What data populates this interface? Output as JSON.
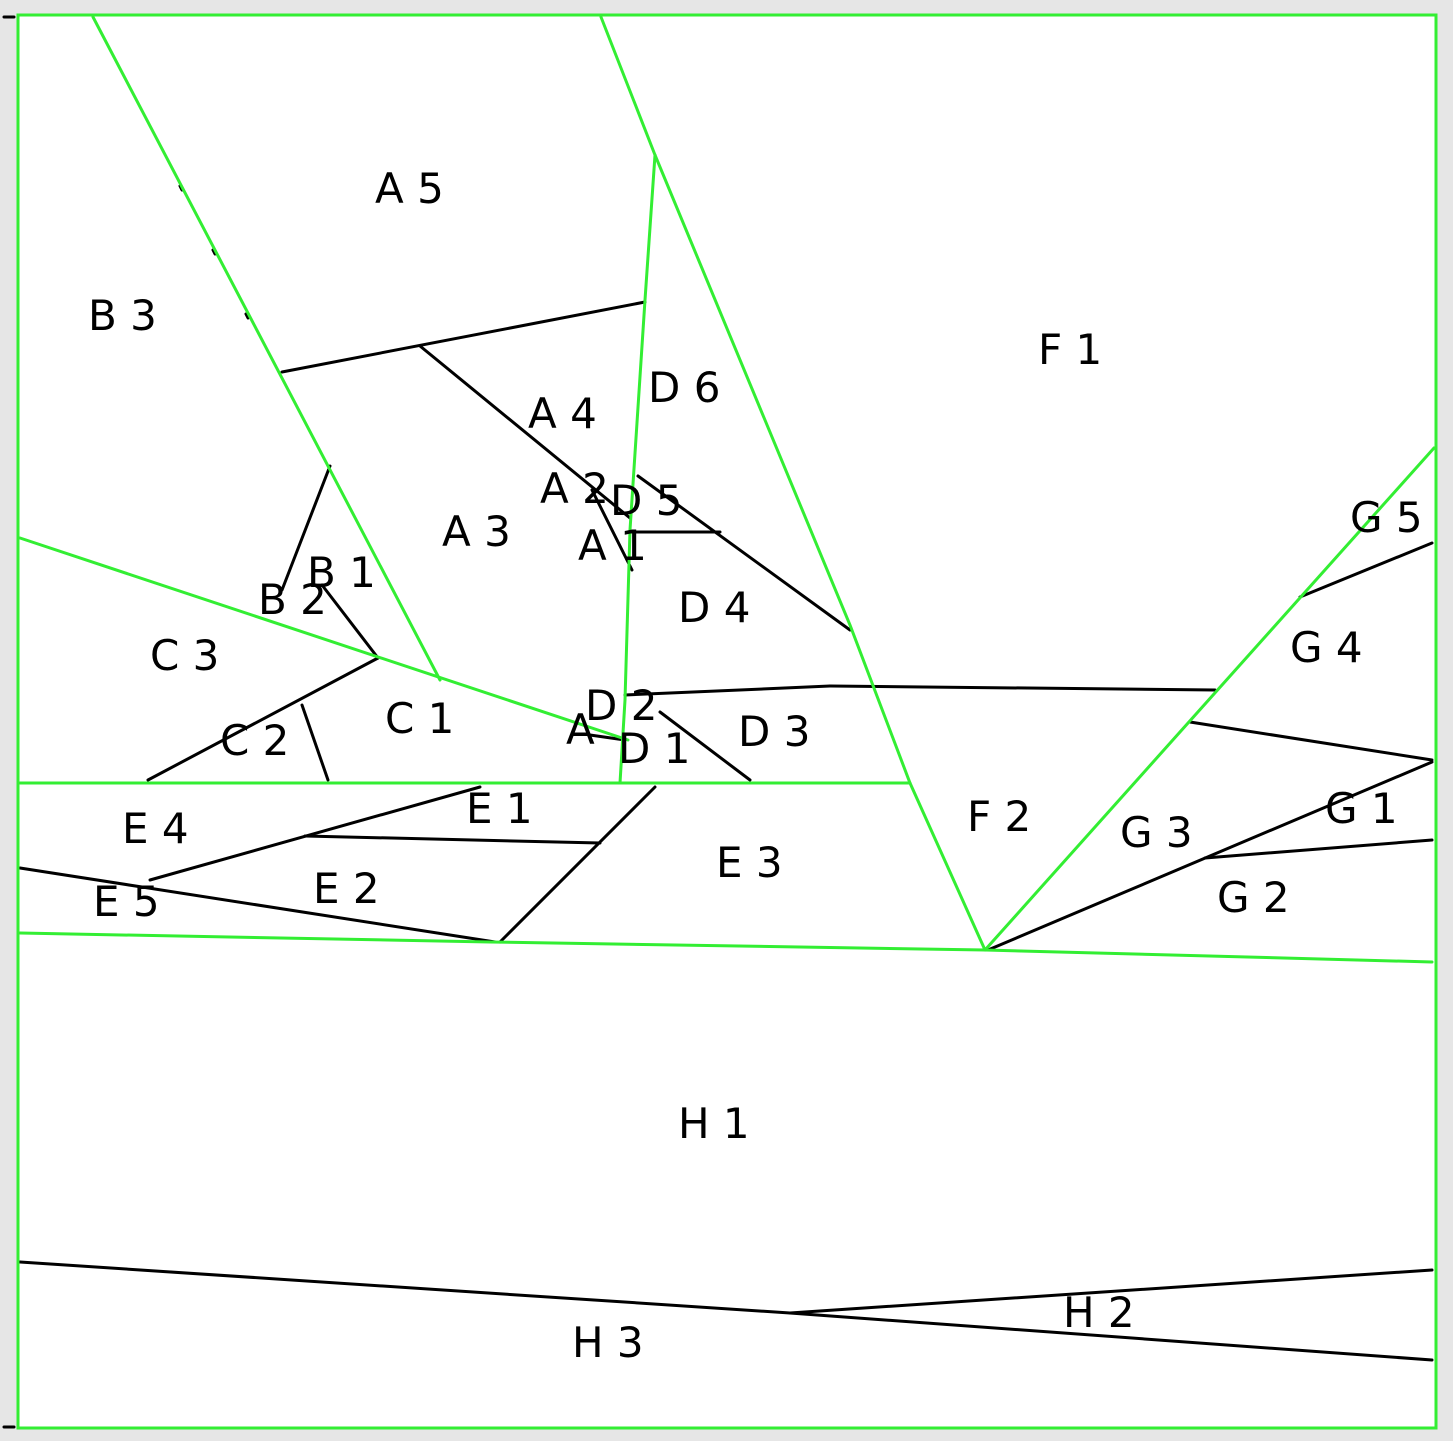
{
  "diagram": {
    "colors": {
      "background": "#ffffff",
      "frame_outside": "#e6e6e6",
      "primary_boundary": "#33ee33",
      "secondary_boundary": "#000000",
      "label_text": "#000000"
    },
    "labels": {
      "A5": "A 5",
      "B3": "B 3",
      "F1": "F 1",
      "D6": "D 6",
      "A4": "A 4",
      "A2": "A 2",
      "D5": "D 5",
      "A3": "A 3",
      "A1": "A 1",
      "G5": "G 5",
      "B1": "B 1",
      "B2": "B 2",
      "D4": "D 4",
      "C3": "C 3",
      "G4": "G 4",
      "D2": "D 2",
      "C1": "C 1",
      "D3": "D 3",
      "A0": "A",
      "C2": "C 2",
      "D1": "D 1",
      "E1": "E 1",
      "G1": "G 1",
      "F2": "F 2",
      "E4": "E 4",
      "G3": "G 3",
      "E3": "E 3",
      "E2": "E 2",
      "E5": "E 5",
      "G2": "G 2",
      "H1": "H 1",
      "H2": "H 2",
      "H3": "H 3"
    }
  }
}
